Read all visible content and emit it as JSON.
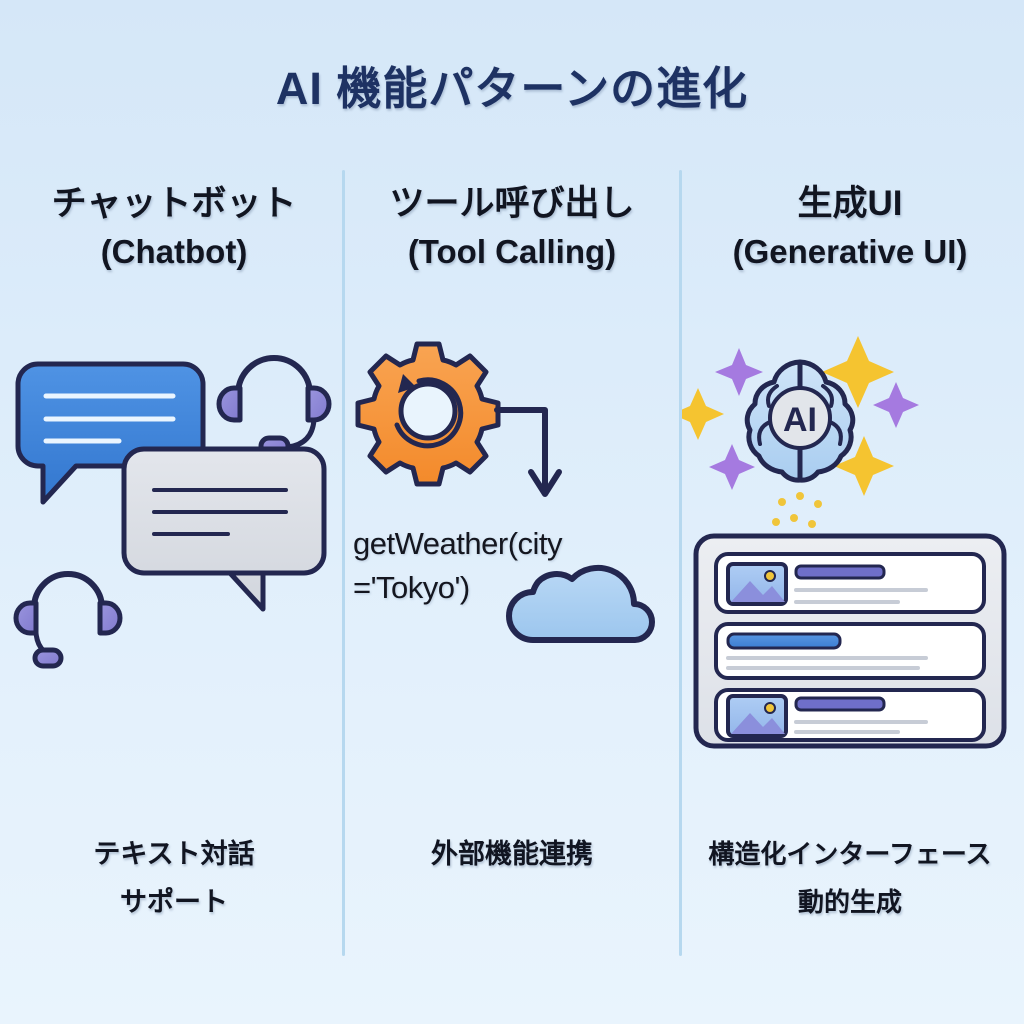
{
  "title": "AI 機能パターンの進化",
  "theme": {
    "bg_top": "#d5e7f8",
    "bg_bottom": "#e9f4fd",
    "title_color": "#1e3263",
    "ink": "#1f2350",
    "divider": "#b6d8ef",
    "bubble_blue": "#3f87dd",
    "bubble_gray": "#d9dce2",
    "headset_purple": "#8d87d6",
    "gear_orange": "#f7993f",
    "cloud_blue": "#a8cdf0",
    "brain_blue": "#bcd9f5",
    "sparkle_yellow": "#f5c430",
    "sparkle_purple": "#a57ae0",
    "card_title_purple": "#6f6fc9",
    "card_title_blue": "#3f87dd"
  },
  "columns": [
    {
      "id": "chatbot",
      "heading_ja": "チャットボット",
      "heading_en": "(Chatbot)",
      "caption_line1": "テキスト対話",
      "caption_line2": "サポート",
      "icons": [
        "chat-bubble-blue",
        "chat-bubble-gray",
        "headset",
        "headset"
      ]
    },
    {
      "id": "tool-calling",
      "heading_ja": "ツール呼び出し",
      "heading_en": "(Tool Calling)",
      "caption_line1": "外部機能連携",
      "caption_line2": "",
      "code_line1": "getWeather(city",
      "code_line2": "='Tokyo')",
      "icons": [
        "gear",
        "elbow-arrow",
        "cloud"
      ]
    },
    {
      "id": "generative-ui",
      "heading_ja": "生成UI",
      "heading_en": "(Generative UI)",
      "caption_line1": "構造化インターフェース",
      "caption_line2": "動的生成",
      "brain_label": "AI",
      "icons": [
        "brain",
        "sparkle",
        "ui-card-list"
      ],
      "cards": [
        {
          "type": "image-card",
          "has_thumbnail": true,
          "title_bar": "purple",
          "text_lines": 2
        },
        {
          "type": "text-card",
          "has_thumbnail": false,
          "title_bar": "blue",
          "text_lines": 3
        },
        {
          "type": "image-card",
          "has_thumbnail": true,
          "title_bar": "purple",
          "text_lines": 2
        }
      ]
    }
  ]
}
